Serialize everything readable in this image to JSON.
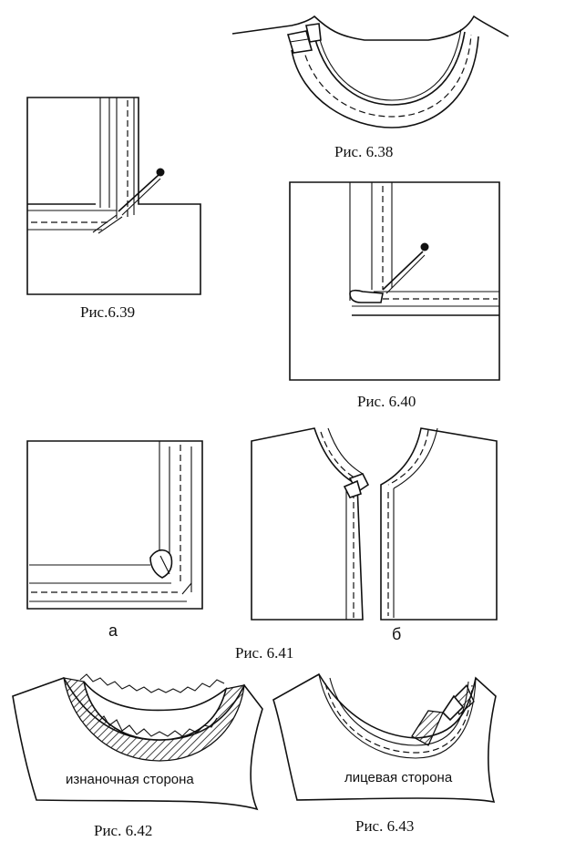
{
  "captions": {
    "fig_6_38": "Рис. 6.38",
    "fig_6_39": "Рис.6.39",
    "fig_6_40": "Рис. 6.40",
    "fig_6_41": "Рис. 6.41",
    "fig_6_41_a": "а",
    "fig_6_41_b": "б",
    "fig_6_42": "Рис. 6.42",
    "fig_6_43": "Рис. 6.43"
  },
  "labels": {
    "wrong_side": "изнаночная сторона",
    "right_side": "лицевая сторона"
  }
}
